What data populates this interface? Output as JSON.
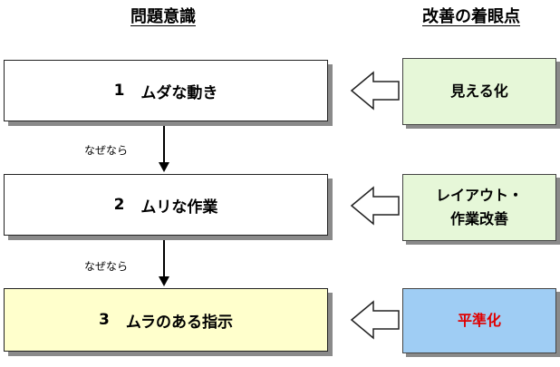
{
  "headers": {
    "left": "問題意識",
    "right": "改善の着眼点"
  },
  "problems": [
    {
      "num": "1",
      "label": "ムダな動き"
    },
    {
      "num": "2",
      "label": "ムリな作業"
    },
    {
      "num": "3",
      "label": "ムラのある指示"
    }
  ],
  "connectors": [
    {
      "label": "なぜなら"
    },
    {
      "label": "なぜなら"
    }
  ],
  "solutions": [
    {
      "line1": "見える化",
      "line2": ""
    },
    {
      "line1": "レイアウト・",
      "line2": "作業改善"
    },
    {
      "line1": "平準化",
      "line2": ""
    }
  ],
  "colors": {
    "box3_fill": "#ffffcc",
    "solution_green": "#e6f7d8",
    "solution_blue": "#9fcdf4",
    "solution3_text": "#e00000"
  }
}
